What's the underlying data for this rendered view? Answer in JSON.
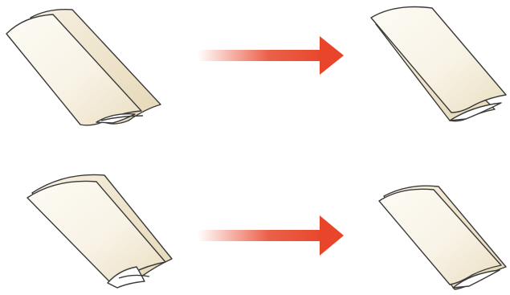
{
  "colors": {
    "background": "#ffffff",
    "paper_light": "#fdfbf5",
    "paper_shade": "#ede2c8",
    "paper_outline": "#3a3a3a",
    "arrow": "#e8452a",
    "arrow_fade": "#f7c2b6"
  },
  "rows": [
    {
      "name": "row-z-fold",
      "before": "z-folded-paper",
      "after": "z-folded-paper-flattened"
    },
    {
      "name": "row-c-fold",
      "before": "c-folded-paper",
      "after": "c-folded-paper-flattened"
    }
  ],
  "icons": [
    "folded-paper-icon",
    "right-arrow-icon"
  ]
}
